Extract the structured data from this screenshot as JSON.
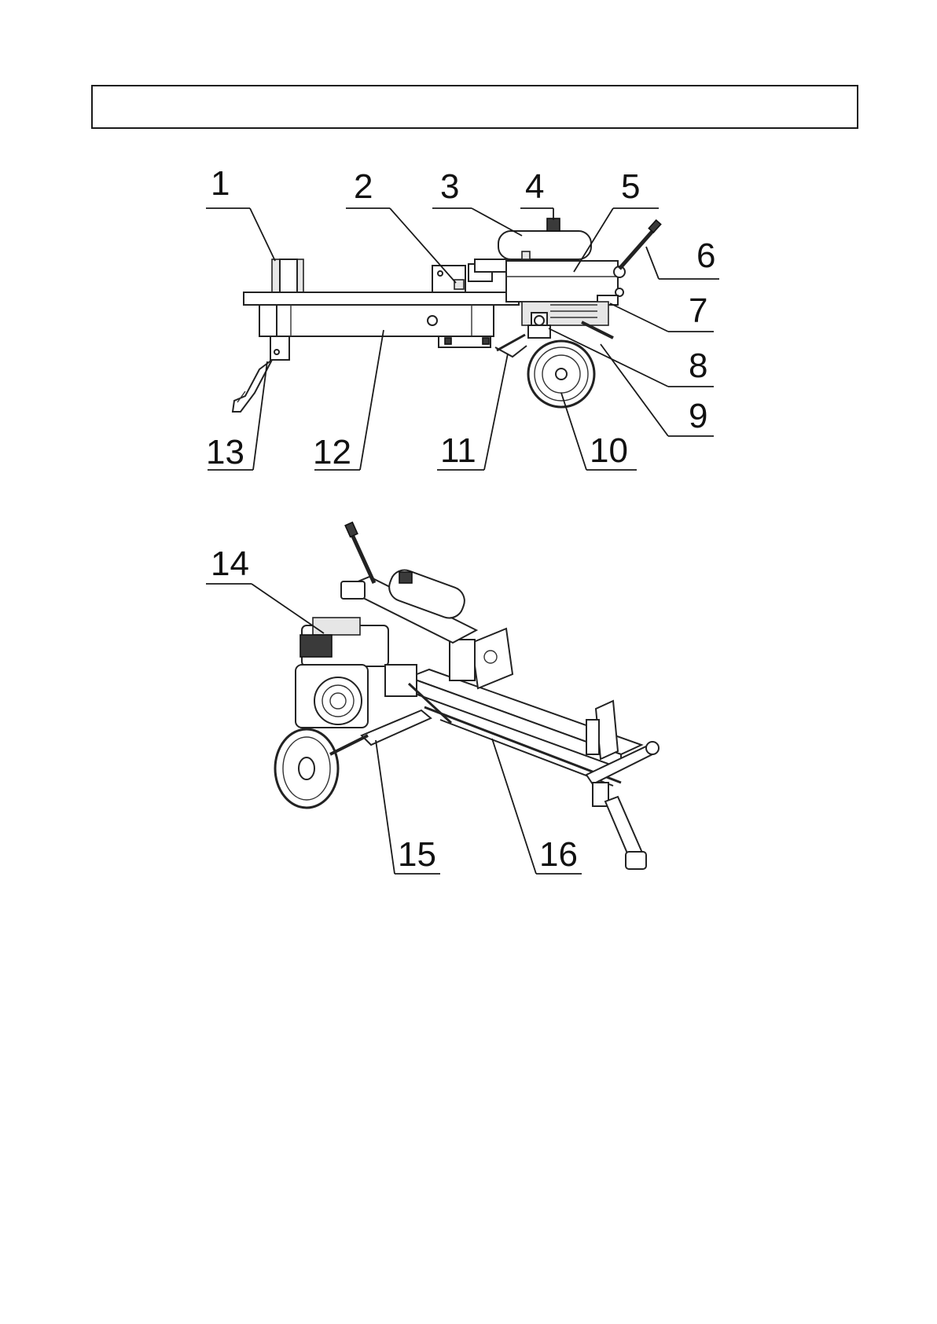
{
  "header": {
    "text": ""
  },
  "side_view": {
    "callouts": [
      {
        "id": "1",
        "label": "1"
      },
      {
        "id": "2",
        "label": "2"
      },
      {
        "id": "3",
        "label": "3"
      },
      {
        "id": "4",
        "label": "4"
      },
      {
        "id": "5",
        "label": "5"
      },
      {
        "id": "6",
        "label": "6"
      },
      {
        "id": "7",
        "label": "7"
      },
      {
        "id": "8",
        "label": "8"
      },
      {
        "id": "9",
        "label": "9"
      },
      {
        "id": "10",
        "label": "10"
      },
      {
        "id": "11",
        "label": "11"
      },
      {
        "id": "12",
        "label": "12"
      },
      {
        "id": "13",
        "label": "13"
      }
    ]
  },
  "perspective_view": {
    "callouts": [
      {
        "id": "14",
        "label": "14"
      },
      {
        "id": "15",
        "label": "15"
      },
      {
        "id": "16",
        "label": "16"
      }
    ]
  }
}
